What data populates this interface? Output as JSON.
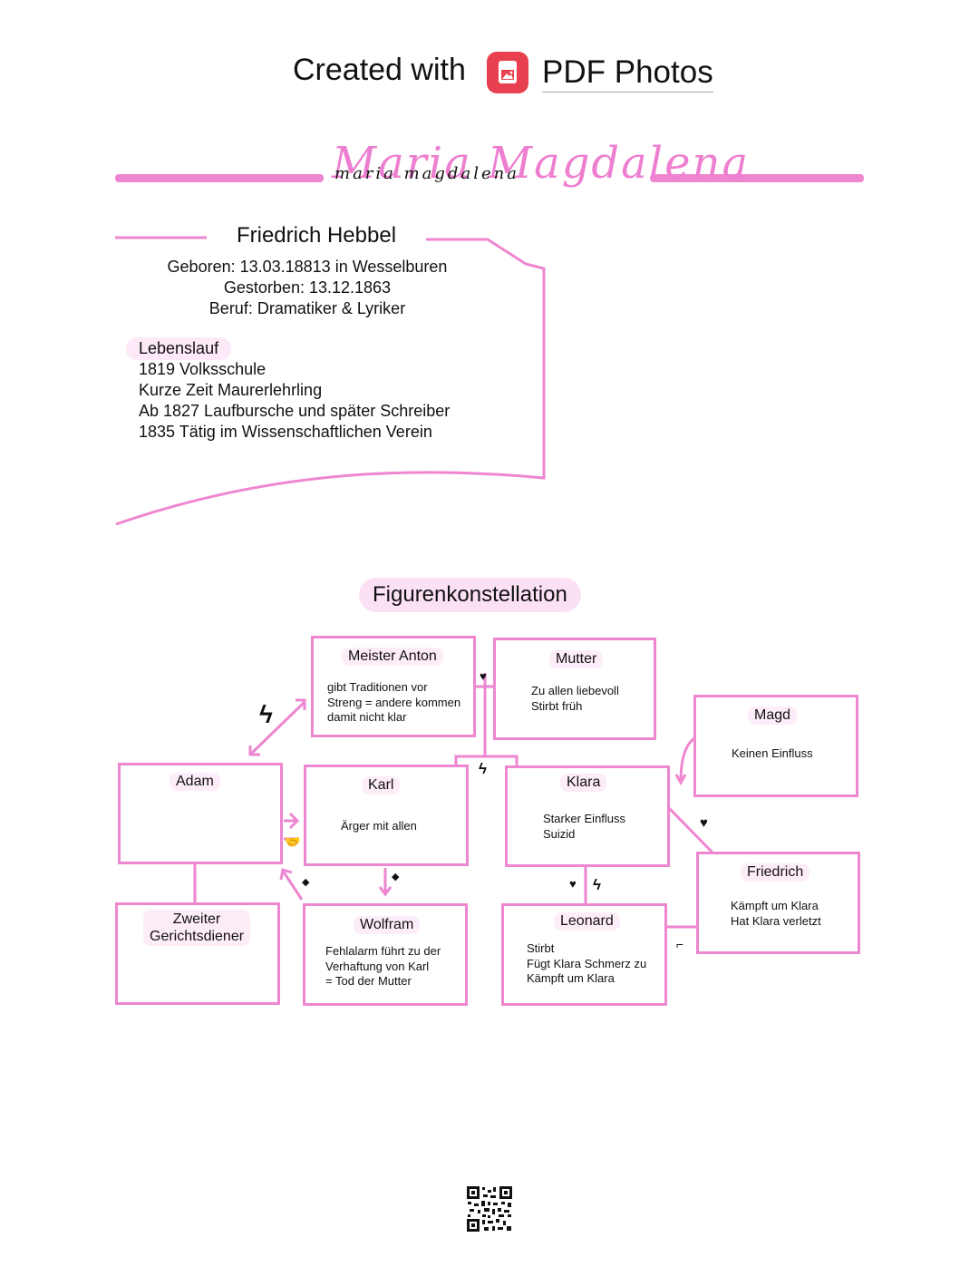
{
  "header": {
    "created_with": "Created with",
    "brand": "PDF Photos",
    "logo_icon": "pdf-photos-logo-icon",
    "accent_color": "#e8404f"
  },
  "title": {
    "script": "Maria Magdalena",
    "small_script": "maria magdalena"
  },
  "author": {
    "name": "Friedrich Hebbel",
    "born": "Geboren: 13.03.18813 in Wesselburen",
    "died": "Gestorben: 13.12.1863",
    "job": "Beruf: Dramatiker & Lyriker"
  },
  "cv": {
    "heading": "Lebenslauf",
    "items": [
      "1819 Volksschule",
      "Kurze Zeit Maurerlehrling",
      "Ab 1827 Laufbursche und später Schreiber",
      "1835 Tätig im Wissenschaftlichen Verein"
    ]
  },
  "figures": {
    "heading": "Figurenkonstellation",
    "anton": {
      "name": "Meister Anton",
      "desc": "gibt Traditionen vor\nStreng = andere kommen\ndamit nicht klar"
    },
    "mutter": {
      "name": "Mutter",
      "desc": "Zu allen liebevoll\nStirbt früh"
    },
    "magd": {
      "name": "Magd",
      "desc": "Keinen Einfluss"
    },
    "adam": {
      "name": "Adam",
      "desc": ""
    },
    "karl": {
      "name": "Karl",
      "desc": "Ärger mit allen"
    },
    "klara": {
      "name": "Klara",
      "desc": "Starker Einfluss\nSuizid"
    },
    "friedrich": {
      "name": "Friedrich",
      "desc": "Kämpft um Klara\nHat Klara verletzt"
    },
    "zweiter": {
      "name": "Zweiter\nGerichtsdiener",
      "desc": ""
    },
    "wolfram": {
      "name": "Wolfram",
      "desc": "Fehlalarm führt zu der\nVerhaftung von Karl\n= Tod der Mutter"
    },
    "leonard": {
      "name": "Leonard",
      "desc": "Stirbt\nFügt Klara Schmerz zu\nKämpft um Klara"
    }
  },
  "symbols": {
    "heart": "♥",
    "lightning": "ϟ",
    "gem": "◆",
    "handshake": "🤝"
  },
  "colors": {
    "pink": "#ee86d0",
    "pink_light": "#fce0f4"
  },
  "qr_icon": "qr-code-icon"
}
